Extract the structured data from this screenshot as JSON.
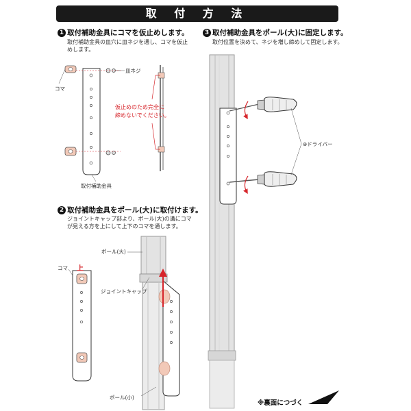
{
  "title": "取 付 方 法",
  "steps": [
    {
      "number": "1",
      "heading": "取付補助金具にコマを仮止めします。",
      "body_line1": "取付補助金具の皿穴に皿ネジを通し、コマを仮止",
      "body_line2": "めします。",
      "labels": {
        "koma": "コマ",
        "sara_neji": "皿ネジ",
        "bracket": "取付補助金具",
        "warning_line1": "仮止めのため完全に",
        "warning_line2": "締めないでください。"
      }
    },
    {
      "number": "2",
      "heading": "取付補助金具をポール(大)に取付けます。",
      "body_line1": "ジョイントキャップ部より、ポール(大)の溝にコマ",
      "body_line2": "が見える方を上にして上下のコマを通します。",
      "labels": {
        "koma": "コマ",
        "up": "上",
        "pole_large": "ポール(大)",
        "joint_cap": "ジョイントキャップ",
        "pole_small": "ポール(小)"
      }
    },
    {
      "number": "3",
      "heading": "取付補助金具をポール(大)に固定します。",
      "body_line1": "取付位置を決めて、ネジを増し締めして固定します。",
      "labels": {
        "screwdriver": "⊕ドライバー"
      }
    }
  ],
  "continue_note": "※裏面につづく",
  "colors": {
    "title_bg": "#1a1a1a",
    "accent_red": "#d6242a",
    "koma_fill": "#f2c9b8",
    "pole_fill": "#e3e3e3"
  }
}
